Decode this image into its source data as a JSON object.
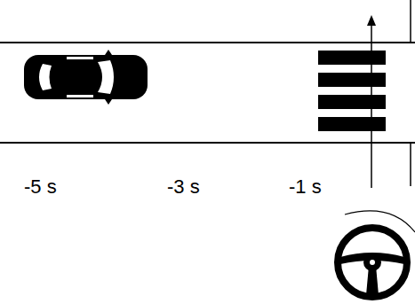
{
  "diagram": {
    "labels": [
      "-5 s",
      "-3 s",
      "-1 s"
    ]
  }
}
